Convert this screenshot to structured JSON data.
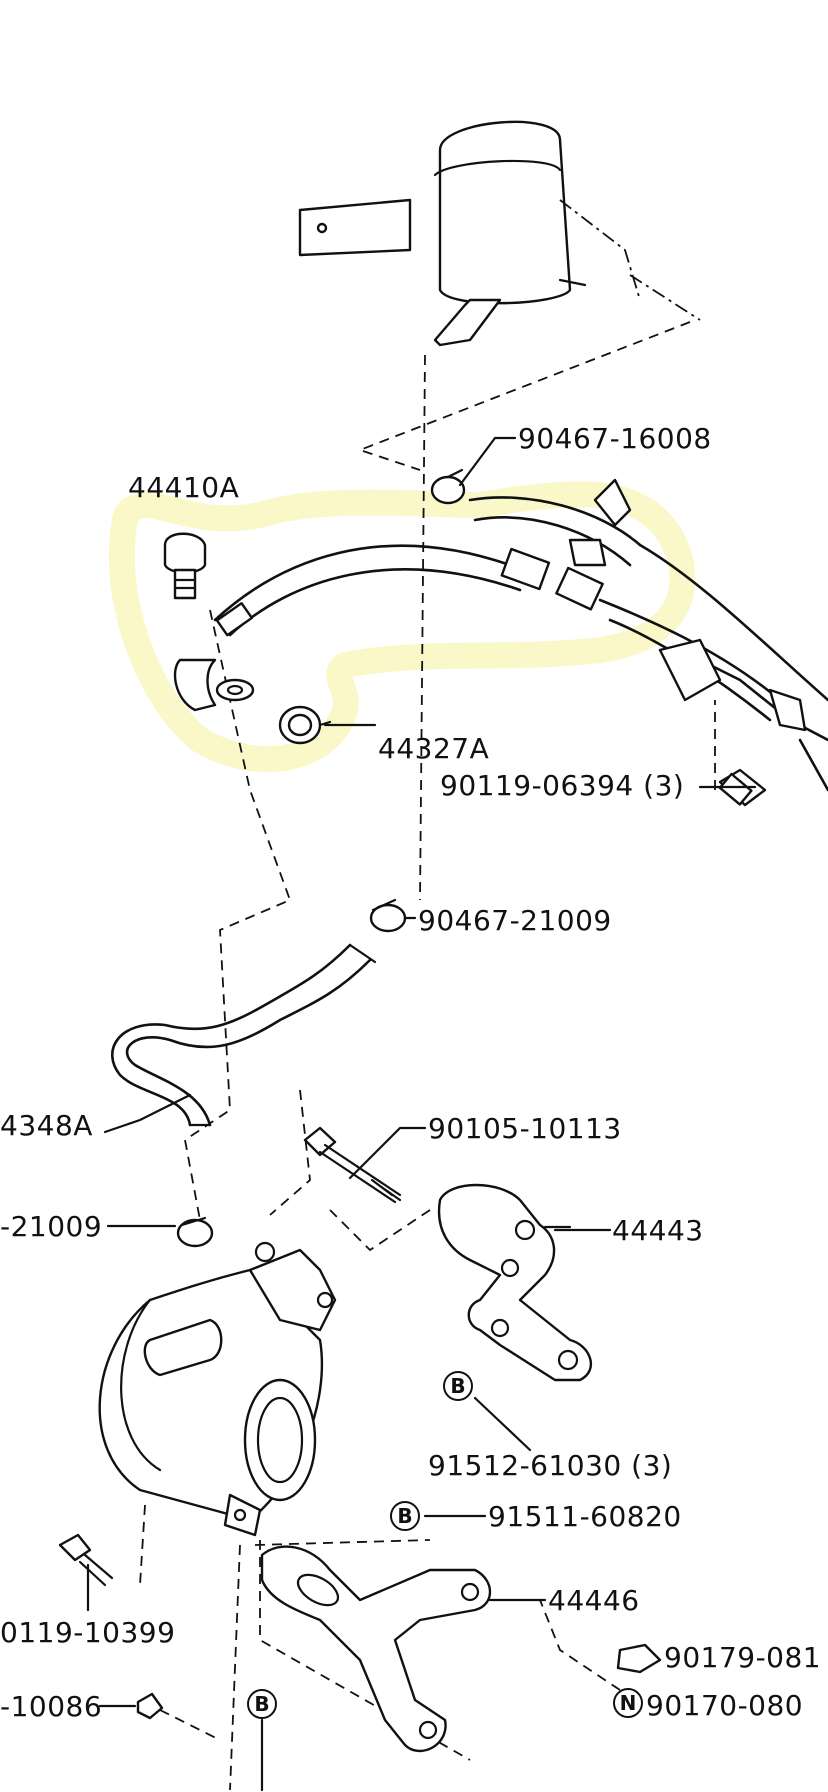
{
  "highlight": {
    "color": "#f6f29a"
  },
  "labels": {
    "p90467_16008": "90467-16008",
    "p44410A": "44410A",
    "p44327A": "44327A",
    "p90119_06394": "90119-06394 (3)",
    "p90467_21009": "90467-21009",
    "p44348A": "4348A",
    "p90105_10113": "90105-10113",
    "p21009_left": "-21009",
    "p44443": "44443",
    "p91512_61030": "91512-61030 (3)",
    "p91511_60820": "91511-60820",
    "p90119_10399": "0119-10399",
    "p44446": "44446",
    "p90179_081": "90179-081",
    "p10086": "-10086",
    "p90170_080": "90170-080"
  },
  "badges": {
    "b_91512": "B",
    "b_91511": "B",
    "b_bottom": "B",
    "n_90170": "N"
  },
  "icons": {
    "reservoir": "reservoir-tank-icon",
    "pump": "power-steering-pump-icon",
    "bracket_upper": "bracket-icon",
    "bracket_lower": "bracket-icon"
  }
}
